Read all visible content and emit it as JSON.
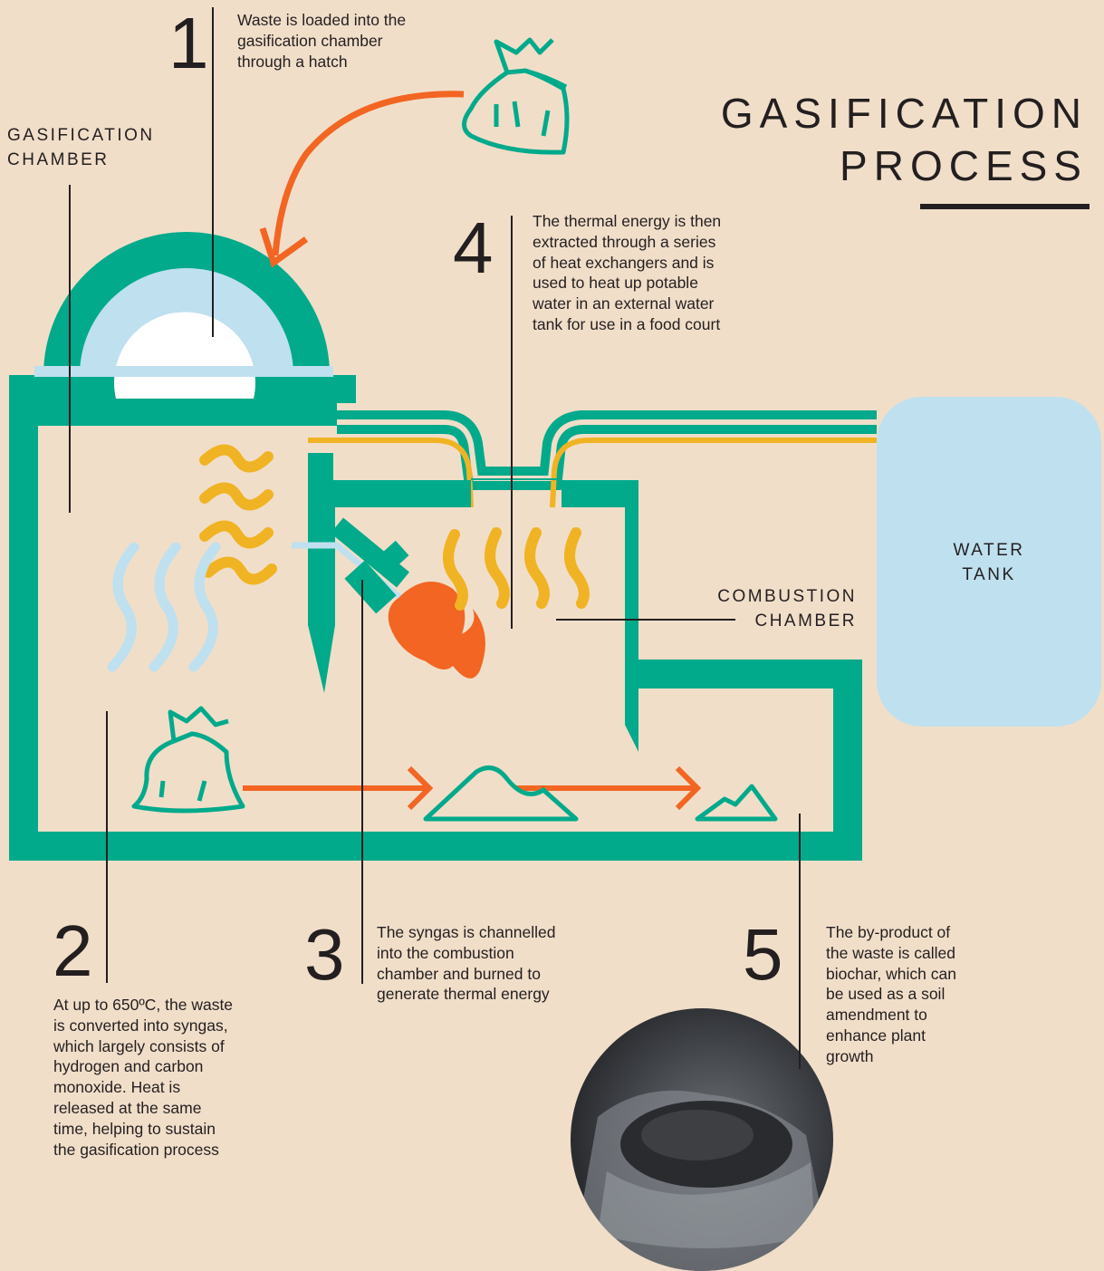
{
  "title": {
    "line1": "GASIFICATION",
    "line2": "PROCESS"
  },
  "labels": {
    "gasification_chamber": {
      "line1": "GASIFICATION",
      "line2": "CHAMBER"
    },
    "combustion_chamber": {
      "line1": "COMBUSTION",
      "line2": "CHAMBER"
    },
    "water_tank": {
      "line1": "WATER",
      "line2": "TANK"
    }
  },
  "steps": [
    {
      "number": "1",
      "lines": [
        "Waste is loaded into the",
        "gasification chamber",
        "through a hatch"
      ]
    },
    {
      "number": "2",
      "lines": [
        "At up to 650ºC, the waste",
        "is converted into syngas,",
        "which largely consists of",
        "hydrogen and carbon",
        "monoxide. Heat is",
        "released at the same",
        "time, helping to sustain",
        "the gasification process"
      ]
    },
    {
      "number": "3",
      "lines": [
        "The syngas is channelled",
        "into the combustion",
        "chamber and burned to",
        "generate thermal energy"
      ]
    },
    {
      "number": "4",
      "lines": [
        "The thermal energy is then",
        "extracted through a series",
        "of heat exchangers and is",
        "used to heat up potable",
        "water in an external water",
        "tank for use in a food court"
      ]
    },
    {
      "number": "5",
      "lines": [
        "The by-product of",
        "the waste is called",
        "biochar, which can",
        "be used as a soil",
        "amendment to",
        "enhance plant",
        "growth"
      ]
    }
  ],
  "colors": {
    "background": "#f1dec9",
    "chamber_green": "#00aa8a",
    "light_blue": "#bfe0ef",
    "heat_yellow": "#f0b323",
    "flow_orange": "#f26522",
    "ink": "#231f20"
  },
  "icons": [
    "waste-bag-icon",
    "flame-icon",
    "heat-wave-icon",
    "biochar-pile-icon"
  ]
}
